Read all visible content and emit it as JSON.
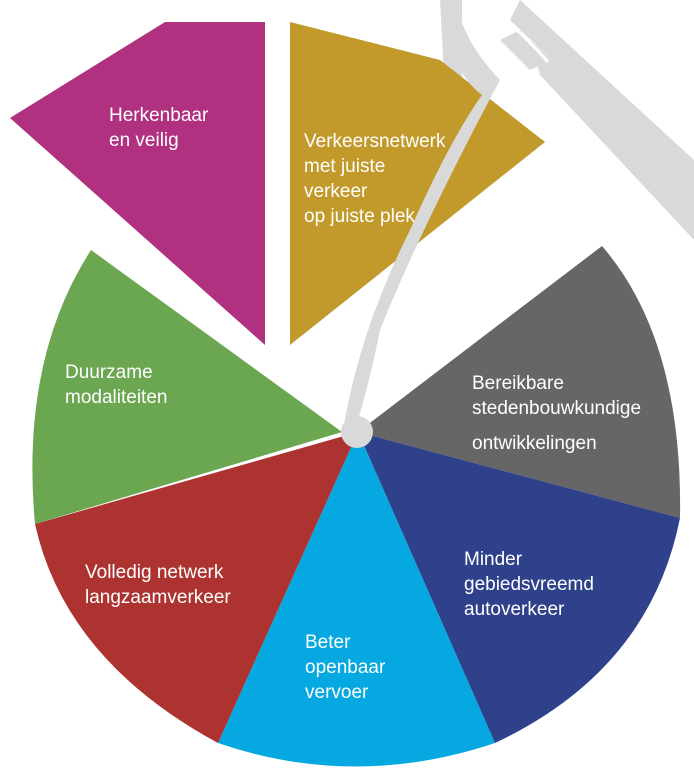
{
  "diagram": {
    "segments": [
      {
        "id": "herkenbaar",
        "color": "#B0317F",
        "lines": [
          "Herkenbaar",
          "en veilig"
        ]
      },
      {
        "id": "verkeersnetwerk",
        "color": "#C19A2B",
        "lines": [
          "Verkeersnetwerk",
          "met juiste",
          "verkeer",
          "op juiste plek"
        ]
      },
      {
        "id": "bereikbare",
        "color": "#666666",
        "lines": [
          "Bereikbare",
          "stedenbouwkundige",
          "ontwikkelingen"
        ]
      },
      {
        "id": "minder",
        "color": "#30418B",
        "lines": [
          "Minder",
          "gebiedsvreemd",
          "autoverkeer"
        ]
      },
      {
        "id": "openbaar",
        "color": "#05A8E0",
        "lines": [
          "Beter",
          "openbaar",
          "vervoer"
        ]
      },
      {
        "id": "langzaam",
        "color": "#AD3330",
        "lines": [
          "Volledig netwerk",
          "langzaamverkeer"
        ]
      },
      {
        "id": "duurzame",
        "color": "#6BA651",
        "lines": [
          "Duurzame",
          "modaliteiten"
        ]
      }
    ],
    "pointer_color": "#D9D9D9"
  }
}
